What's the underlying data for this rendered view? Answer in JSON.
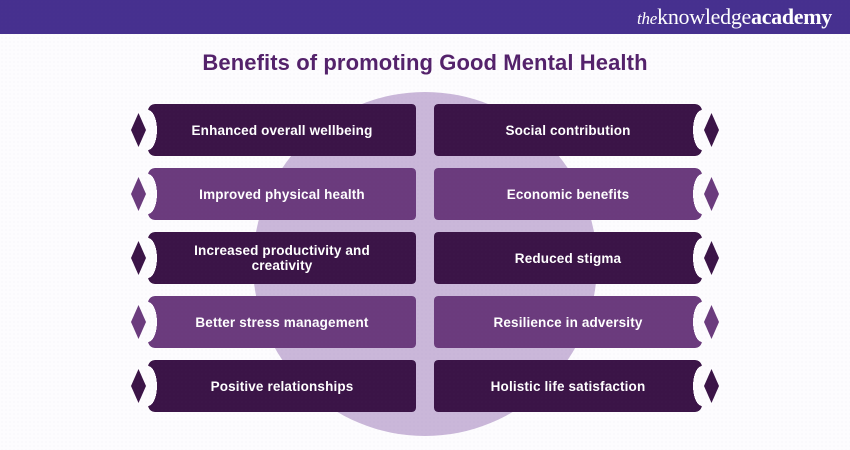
{
  "header": {
    "brand": {
      "the": "the",
      "knowledge": "knowledge",
      "academy": "academy",
      "full": "theknowledgeacademy"
    },
    "bar_color": "#46308f"
  },
  "page": {
    "title": "Benefits of promoting Good Mental Health",
    "background": "#fdfcfe",
    "title_color": "#54226b"
  },
  "decoration": {
    "circle_color": "#b49ac9",
    "circle_opacity": 0.7
  },
  "palette": {
    "dark_purple": "#3b1447",
    "light_purple": "#6b3b7d",
    "text_on_bar": "#ffffff"
  },
  "rows": [
    {
      "tone": "dark",
      "left": {
        "label": "Enhanced overall wellbeing"
      },
      "right": {
        "label": "Social contribution"
      }
    },
    {
      "tone": "light",
      "left": {
        "label": "Improved physical health"
      },
      "right": {
        "label": "Economic benefits"
      }
    },
    {
      "tone": "dark",
      "left": {
        "label": "Increased productivity and creativity"
      },
      "right": {
        "label": "Reduced stigma"
      }
    },
    {
      "tone": "light",
      "left": {
        "label": "Better stress management"
      },
      "right": {
        "label": "Resilience in adversity"
      }
    },
    {
      "tone": "dark",
      "left": {
        "label": "Positive relationships"
      },
      "right": {
        "label": "Holistic life satisfaction"
      }
    }
  ]
}
